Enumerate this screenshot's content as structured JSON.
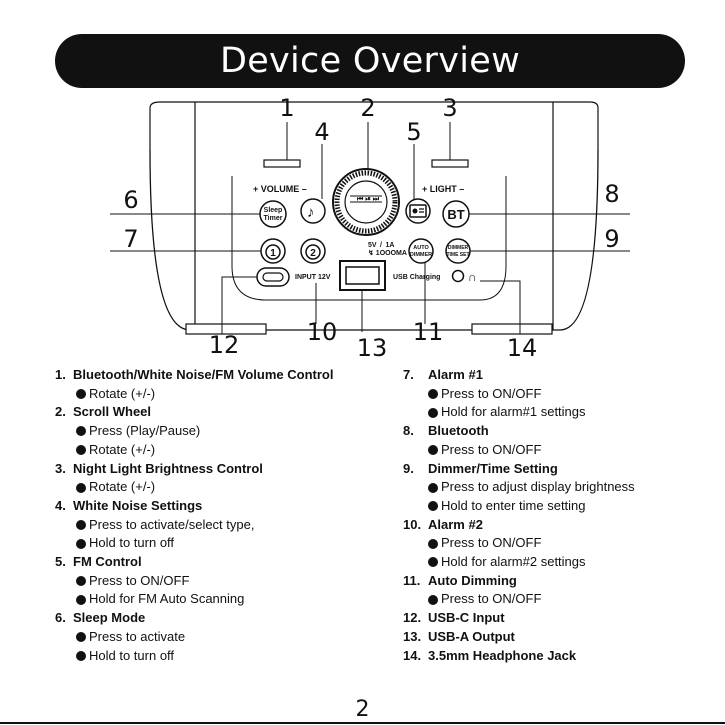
{
  "title": "Device Overview",
  "page_number": "2",
  "diagram": {
    "callouts": [
      "1",
      "2",
      "3",
      "4",
      "5",
      "6",
      "7",
      "8",
      "9",
      "10",
      "11",
      "12",
      "13",
      "14"
    ],
    "labels": {
      "volume": "+ VOLUME –",
      "light": "+ LIGHT –",
      "sleep": [
        "Sleep",
        "Timer"
      ],
      "bt": "BT",
      "alarm1": "1",
      "alarm2": "2",
      "auto": [
        "AUTO",
        "DIMMER"
      ],
      "dimmer": [
        "DIMMER",
        "TIME SET"
      ],
      "input": "INPUT 12V",
      "usb": "USB Charging",
      "output": [
        "5V / 1A",
        "↯ 1OOOMA"
      ]
    }
  },
  "left_list": [
    {
      "num": "1.",
      "title": "Bluetooth/White Noise/FM Volume Control",
      "items": [
        "Rotate (+/-)"
      ]
    },
    {
      "num": "2.",
      "title": "Scroll Wheel",
      "items": [
        "Press (Play/Pause)",
        "Rotate (+/-)"
      ]
    },
    {
      "num": "3.",
      "title": "Night Light Brightness Control",
      "items": [
        "Rotate (+/-)"
      ]
    },
    {
      "num": "4.",
      "title": "White Noise Settings",
      "items": [
        "Press to activate/select type,",
        "Hold to turn off"
      ]
    },
    {
      "num": "5.",
      "title": "FM Control",
      "items": [
        "Press to ON/OFF",
        "Hold for FM Auto Scanning"
      ]
    },
    {
      "num": "6.",
      "title": "Sleep Mode",
      "items": [
        "Press to activate",
        "Hold to turn off"
      ]
    }
  ],
  "right_list": [
    {
      "num": "7.",
      "title": "Alarm #1",
      "items": [
        "Press to ON/OFF",
        "Hold for alarm#1 settings"
      ]
    },
    {
      "num": "8.",
      "title": "Bluetooth",
      "items": [
        "Press to ON/OFF"
      ]
    },
    {
      "num": "9.",
      "title": "Dimmer/Time Setting",
      "items": [
        "Press to adjust display brightness",
        "Hold to enter time setting"
      ]
    },
    {
      "num": "10.",
      "title": "Alarm #2",
      "items": [
        "Press to ON/OFF",
        "Hold for alarm#2 settings"
      ]
    },
    {
      "num": "11.",
      "title": "Auto Dimming",
      "items": [
        "Press to ON/OFF"
      ]
    },
    {
      "num": "12.",
      "title": "USB-C Input",
      "items": []
    },
    {
      "num": "13.",
      "title": "USB-A Output",
      "items": []
    },
    {
      "num": "14.",
      "title": "3.5mm Headphone Jack",
      "items": []
    }
  ]
}
